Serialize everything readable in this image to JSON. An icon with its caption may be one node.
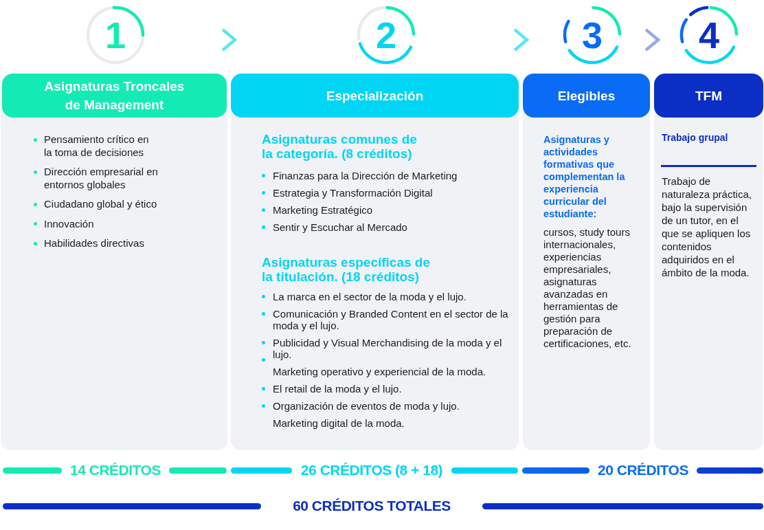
{
  "diagram": {
    "nodes": [
      {
        "text": [
          "1"
        ]
      },
      {
        "text": [
          "2"
        ]
      },
      {
        "text": [
          "3"
        ]
      },
      {
        "text": [
          "4"
        ]
      },
      {
        "text": [
          "Pensamiento crítico en la toma de decisiones",
          "Dirección empresarial en entornos globales",
          "Ciudadano global y ético",
          "Innovación",
          "Habilidades directivas"
        ]
      },
      {
        "text": [
          "Asignaturas Troncales de Management"
        ],
        "in": 4
      },
      {
        "text": [
          "Asignaturas comunes de la categoría. (8 créditos)",
          "Finanzas para la Dirección de Marketing",
          "Estrategia y Transformación Digital",
          "Marketing Estratégico",
          "Sentir y Escuchar al Mercado",
          "Asignaturas específicas de la titulación. (18 créditos)",
          "La marca en el sector de la moda y el lujo.",
          "Comunicación y Branded Content en el sector de la moda y el lujo.",
          "Publicidad y Visual Merchandising de la moda y el lujo.",
          "Marketing operativo y experiencial de la moda.",
          "El retail de la moda y el lujo.",
          "Organización de eventos de moda y lujo.",
          "Marketing digital de la moda."
        ]
      },
      {
        "text": [
          "Especialización"
        ],
        "in": 6
      },
      {
        "text": [
          "Asignaturas y actividades formativas que complementan la experiencia curricular del estudiante:",
          "cursos, study tours internacionales, experiencias empresariales, asignaturas avanzadas en herramientas de gestión para preparación de certificaciones, etc."
        ]
      },
      {
        "text": [
          "Elegibles"
        ],
        "in": 8
      },
      {
        "text": [
          "Trabajo grupal",
          "Trabajo de naturaleza práctica, bajo la supervisión de un tutor, en el que se apliquen los contenidos adquiridos en el ámbito de la moda."
        ]
      },
      {
        "text": [
          "TFM"
        ],
        "in": 10
      }
    ],
    "edges": [
      {
        "from": 5,
        "to": 7,
        "arrow": "to"
      },
      {
        "from": 7,
        "to": 9,
        "arrow": "to"
      },
      {
        "from": 9,
        "to": 11,
        "arrow": "to",
        "color": "#9aa8e6"
      }
    ],
    "labels": [
      "14 CRÉDITOS",
      "26 CRÉDITOS (8 + 18)",
      "20 CRÉDITOS",
      "60 CRÉDITOS TOTALES"
    ]
  }
}
